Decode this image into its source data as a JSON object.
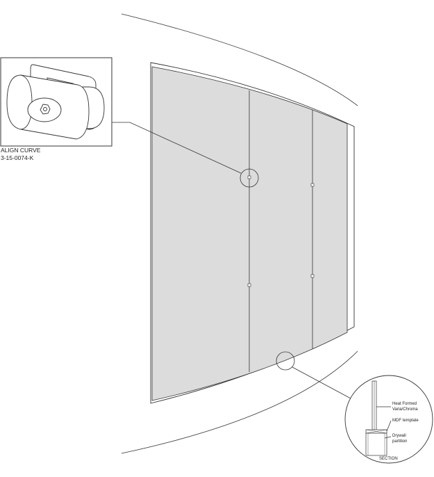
{
  "colors": {
    "line": "#333333",
    "panel_fill": "#dcdcdc",
    "background": "#ffffff"
  },
  "detail_clip": {
    "product_name": "ALIGN CURVE",
    "part_number": "3-15-0074-K",
    "icon": "clip-connector-icon"
  },
  "detail_section": {
    "labels": {
      "panel": "Heat Formed Varia/Chroma",
      "template": "MDF template",
      "wall": "Drywall partition"
    },
    "caption": "SECTION"
  }
}
